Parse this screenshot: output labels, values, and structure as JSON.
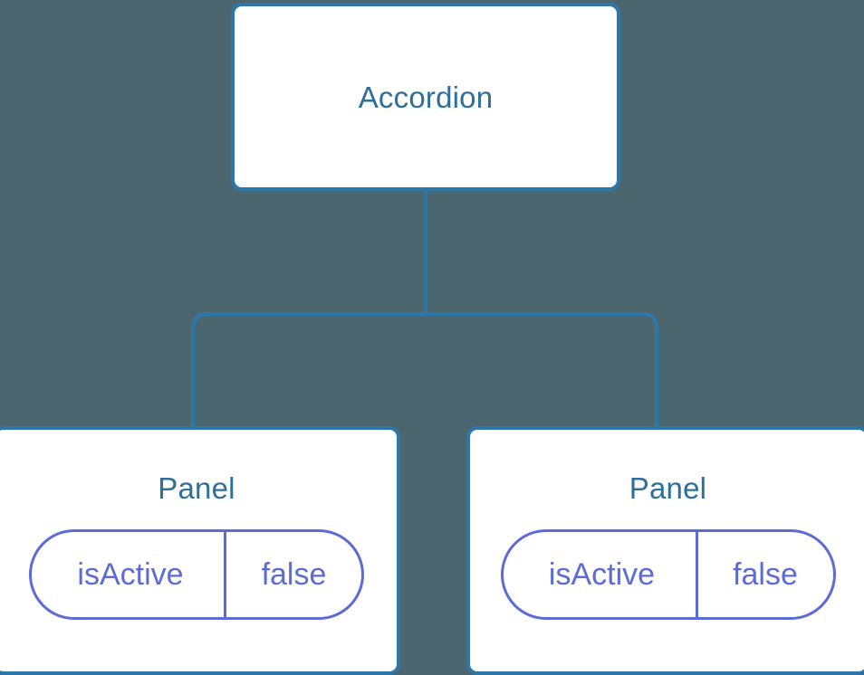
{
  "diagram": {
    "type": "component-tree",
    "background_color": "#4c6670",
    "node_border_color": "#2d77a8",
    "node_title_color": "#2e6f99",
    "connector_color": "#2d77a8",
    "pill_color": "#5c6bd6"
  },
  "root": {
    "title": "Accordion"
  },
  "children": [
    {
      "title": "Panel",
      "state": {
        "key": "isActive",
        "value": "false"
      }
    },
    {
      "title": "Panel",
      "state": {
        "key": "isActive",
        "value": "false"
      }
    }
  ]
}
